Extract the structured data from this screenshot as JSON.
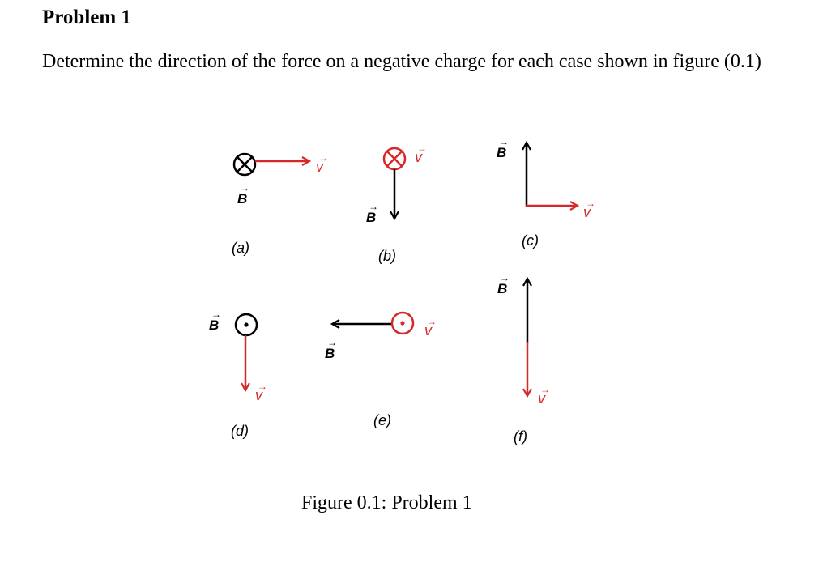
{
  "problem": {
    "heading": "Problem 1",
    "text": "Determine the direction of the force on a negative charge for each case shown in figure (0.1)"
  },
  "figure": {
    "caption": "Figure 0.1: Problem 1",
    "symbols": {
      "field": "B",
      "velocity": "v"
    },
    "subfigures": [
      {
        "label": "(a)",
        "field": "into page",
        "velocity": "right"
      },
      {
        "label": "(b)",
        "field": "down",
        "velocity": "into page"
      },
      {
        "label": "(c)",
        "field": "up",
        "velocity": "right"
      },
      {
        "label": "(d)",
        "field": "out of page",
        "velocity": "down"
      },
      {
        "label": "(e)",
        "field": "left",
        "velocity": "out of page"
      },
      {
        "label": "(f)",
        "field": "up",
        "velocity": "down"
      }
    ],
    "colors": {
      "field": "#000000",
      "velocity": "#d62a2a"
    }
  }
}
